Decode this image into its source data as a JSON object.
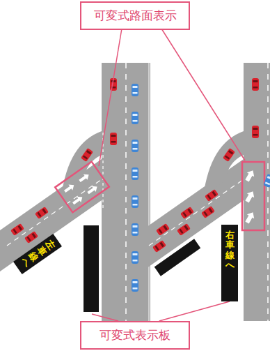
{
  "diagram": {
    "nodes": [
      {
        "text": [
          "可変式路面表示"
        ]
      },
      {
        "text": [
          "左車線へ"
        ]
      },
      {
        "text": [
          "右車線へ"
        ]
      },
      {
        "text": [
          "可変式表示板"
        ]
      }
    ],
    "edges": [
      {
        "from": 3,
        "to": 2,
        "arrow": "none"
      }
    ]
  }
}
